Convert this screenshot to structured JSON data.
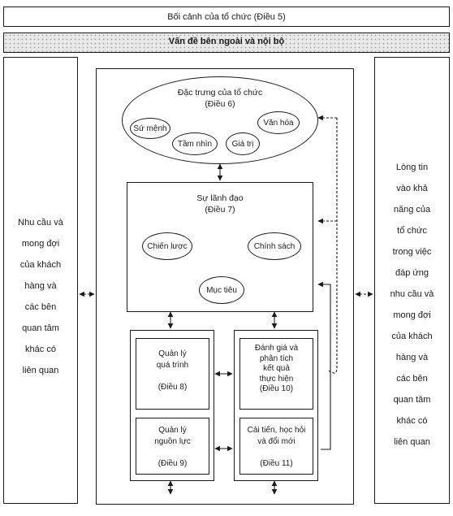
{
  "top_banner": "Bối cảnh của tổ chức (Điều 5)",
  "issues_band": "Vấn đề bên ngoài và nội bộ",
  "left_panel": "Nhu cầu và\nmong đợi\ncủa khách\nhàng và\ncác bên\nquan tâm\nkhác có\nliên quan",
  "right_panel": "Lòng tin\nvào khả\nnăng của\ntổ chức\ntrong việc\nđáp ứng\nnhu cầu và\nmong đợi\ncủa khách\nhàng và\ncác bên\nquan tâm\nkhác có\nliên quan",
  "characteristics": {
    "title": "Đặc trưng của tổ chức\n(Điều 6)",
    "mission": "Sứ mệnh",
    "vision": "Tầm nhìn",
    "values": "Giá trị",
    "culture": "Văn hóa"
  },
  "leadership": {
    "title": "Sự lãnh đạo\n(Điều 7)",
    "strategy": "Chiến lược",
    "policy": "Chính sách",
    "objectives": "Mục tiêu"
  },
  "process_mgmt": "Quản lý\nquá trình\n\n(Điều 8)",
  "resource_mgmt": "Quản lý\nnguồn lực\n\n(Điều 9)",
  "evaluation": "Đánh giá và\nphân tích\nkết quả\nthực hiện\n(Điều 10)",
  "improvement": "Cải tiến, học hỏi\nvà đổi mới\n\n(Điều 11)"
}
